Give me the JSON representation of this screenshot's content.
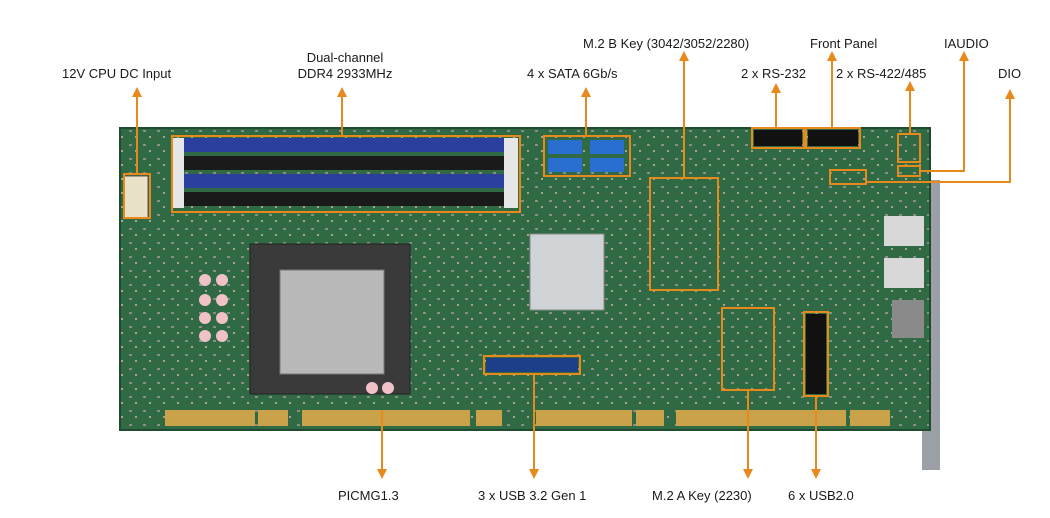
{
  "labels": {
    "cpu_dc": "12V CPU DC Input",
    "ddr4_line1": "Dual-channel",
    "ddr4_line2": "DDR4 2933MHz",
    "sata": "4 x SATA 6Gb/s",
    "m2b": "M.2 B Key (3042/3052/2280)",
    "rs232": "2 x RS-232",
    "front_panel": "Front Panel",
    "rs422": "2 x RS-422/485",
    "iaudio": "IAUDIO",
    "dio": "DIO",
    "picmg": "PICMG1.3",
    "usb32": "3 x USB 3.2 Gen 1",
    "m2a": "M.2 A Key (2230)",
    "usb20": "6 x USB2.0"
  },
  "colors": {
    "callout": "#e8891c",
    "pcb": "#2f6a45",
    "pcb_dark": "#1f4c31",
    "dimm_blue": "#2b3f9e",
    "dimm_black": "#1a1a1a",
    "gold": "#c9a24a",
    "bracket": "#9aa0a6"
  }
}
